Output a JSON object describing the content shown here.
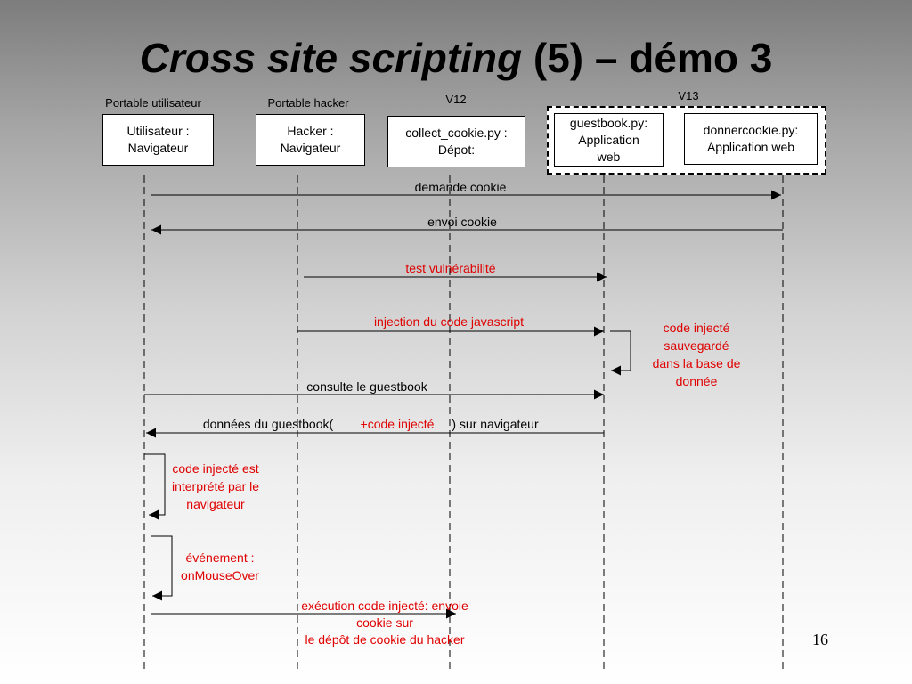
{
  "title": {
    "italic": "Cross site scripting",
    "rest": " (5) – démo 3"
  },
  "headers": {
    "user_laptop": "Portable utilisateur",
    "hacker_laptop": "Portable hacker",
    "v12": "V12",
    "v13": "V13"
  },
  "lifelines": {
    "user": "Utilisateur :\nNavigateur",
    "hacker": "Hacker :\nNavigateur",
    "collect": "collect_cookie.py :\nDépot:",
    "guestbook": "guestbook.py:\nApplication\nweb",
    "donner": "donnercookie.py:\nApplication web"
  },
  "messages": {
    "m1": "demande cookie",
    "m2": "envoi cookie",
    "m3": "test vulnérabilité",
    "m4": "injection du code javascript",
    "m5": "consulte le guestbook",
    "m6_a": "données du guestbook(",
    "m6_b": "+code injecté",
    "m6_c": ") sur navigateur",
    "m7": "exécution code injecté: envoie cookie sur\nle dépôt de cookie du hacker"
  },
  "notes": {
    "saved": "code injecté\nsauvegardé\ndans la base de\ndonnée",
    "interpreted": "code injecté est\ninterprété par le\nnavigateur",
    "event": "événement :\nonMouseOver"
  },
  "page_number": "16",
  "colors": {
    "red_text": "#e00000",
    "line": "#000000"
  }
}
